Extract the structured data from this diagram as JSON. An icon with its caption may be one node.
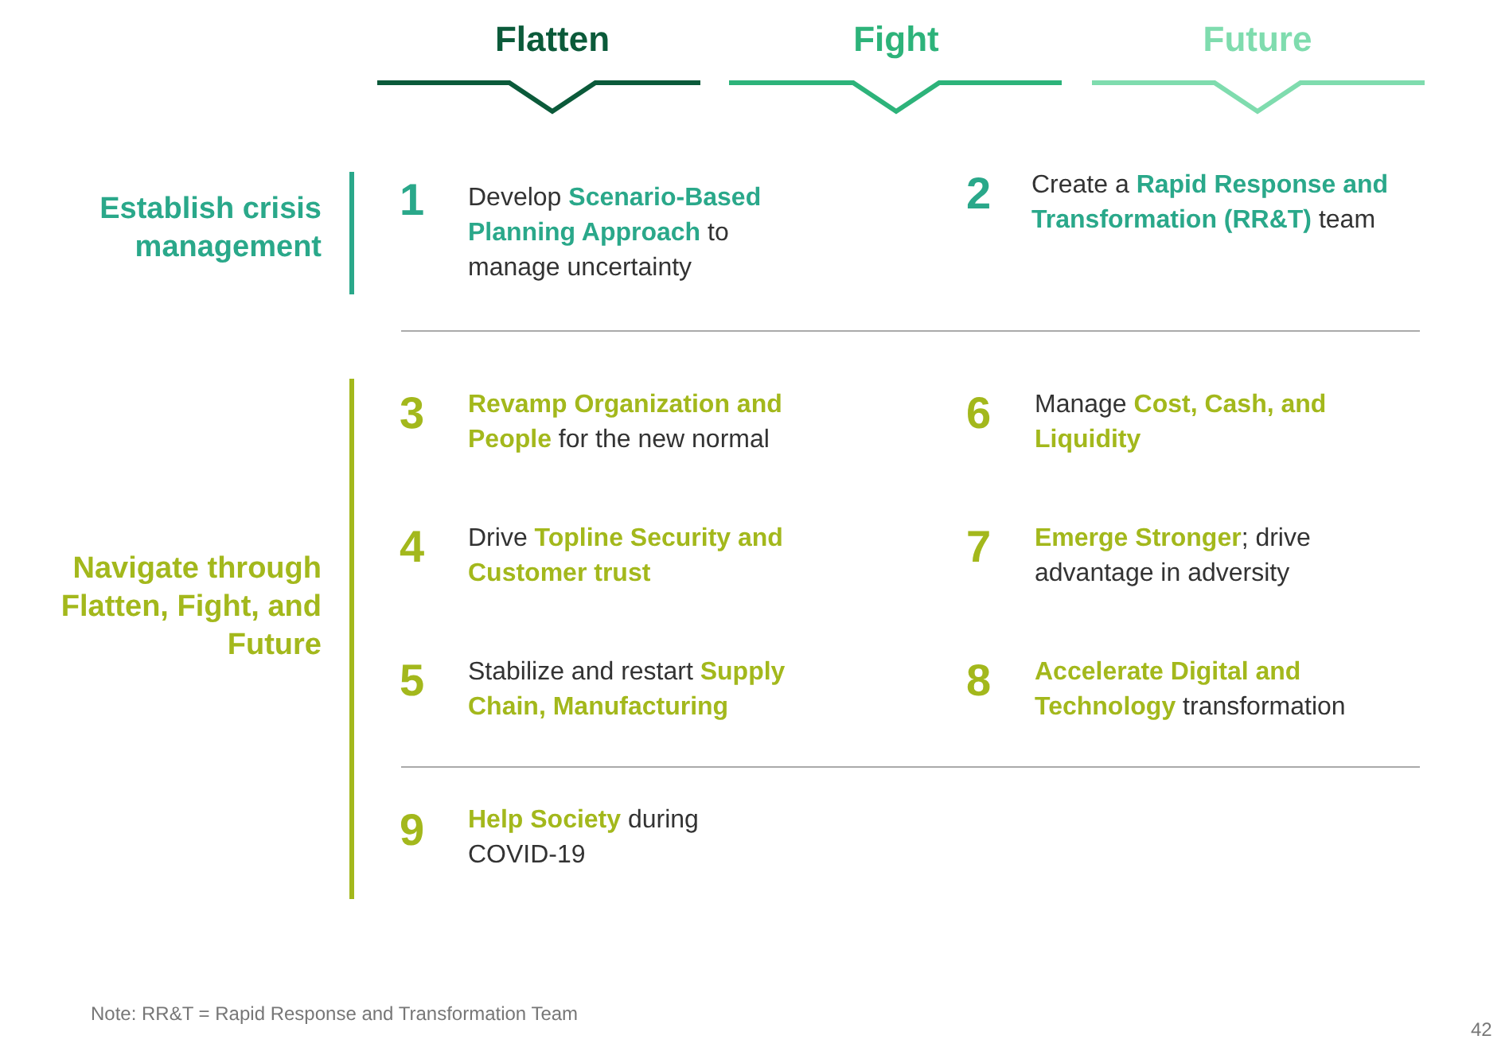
{
  "diagram": {
    "labels": [
      "Flatten",
      "Fight",
      "Future",
      "Establish crisis management",
      "1",
      "Develop **Scenario-Based Planning Approach** to manage uncertainty",
      "2",
      "Create a **Rapid Response and Transformation (RR&T)** team",
      "Navigate through Flatten, Fight, and Future",
      "3",
      "**Revamp Organization and People** for the new normal",
      "6",
      "Manage **Cost, Cash, and Liquidity**",
      "4",
      "Drive **Topline Security and Customer trust**",
      "7",
      "**Emerge Stronger**; drive advantage in adversity",
      "5",
      "Stabilize and restart **Supply Chain, Manufacturing**",
      "8",
      "**Accelerate Digital and Technology** transformation",
      "9",
      "**Help Society** during COVID-19",
      "Note: RR&T = Rapid Response and Transformation Team",
      "42"
    ]
  }
}
